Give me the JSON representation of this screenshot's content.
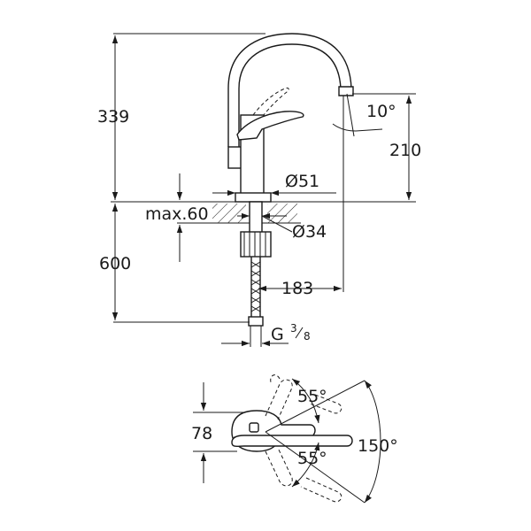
{
  "dimensions": {
    "total_height": "339",
    "spout_angle": "10°",
    "spout_height": "210",
    "base_diameter": "Ø51",
    "max_thickness": "max.60",
    "hole_diameter": "Ø34",
    "hose_length": "600",
    "reach": "183",
    "thread_prefix": "G",
    "thread_num": "3",
    "thread_den": "8",
    "lever_depth": "78",
    "lever_angle_top": "55°",
    "lever_angle_bottom": "55°",
    "swivel_angle": "150°"
  },
  "colors": {
    "line": "#1a1a1a",
    "background": "#ffffff",
    "hatch": "#1a1a1a"
  }
}
